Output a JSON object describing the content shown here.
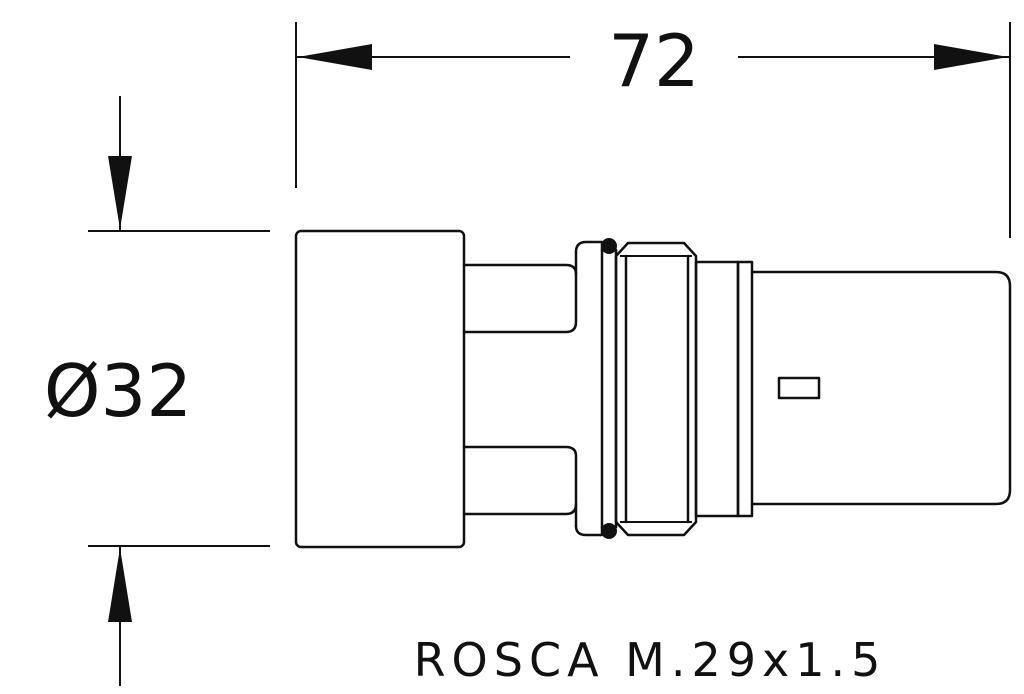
{
  "drawing": {
    "length_dimension": "72",
    "diameter_dimension": "Ø32",
    "thread_note": "ROSCA M.29x1.5",
    "line_color": "#111111",
    "background": "#ffffff"
  }
}
